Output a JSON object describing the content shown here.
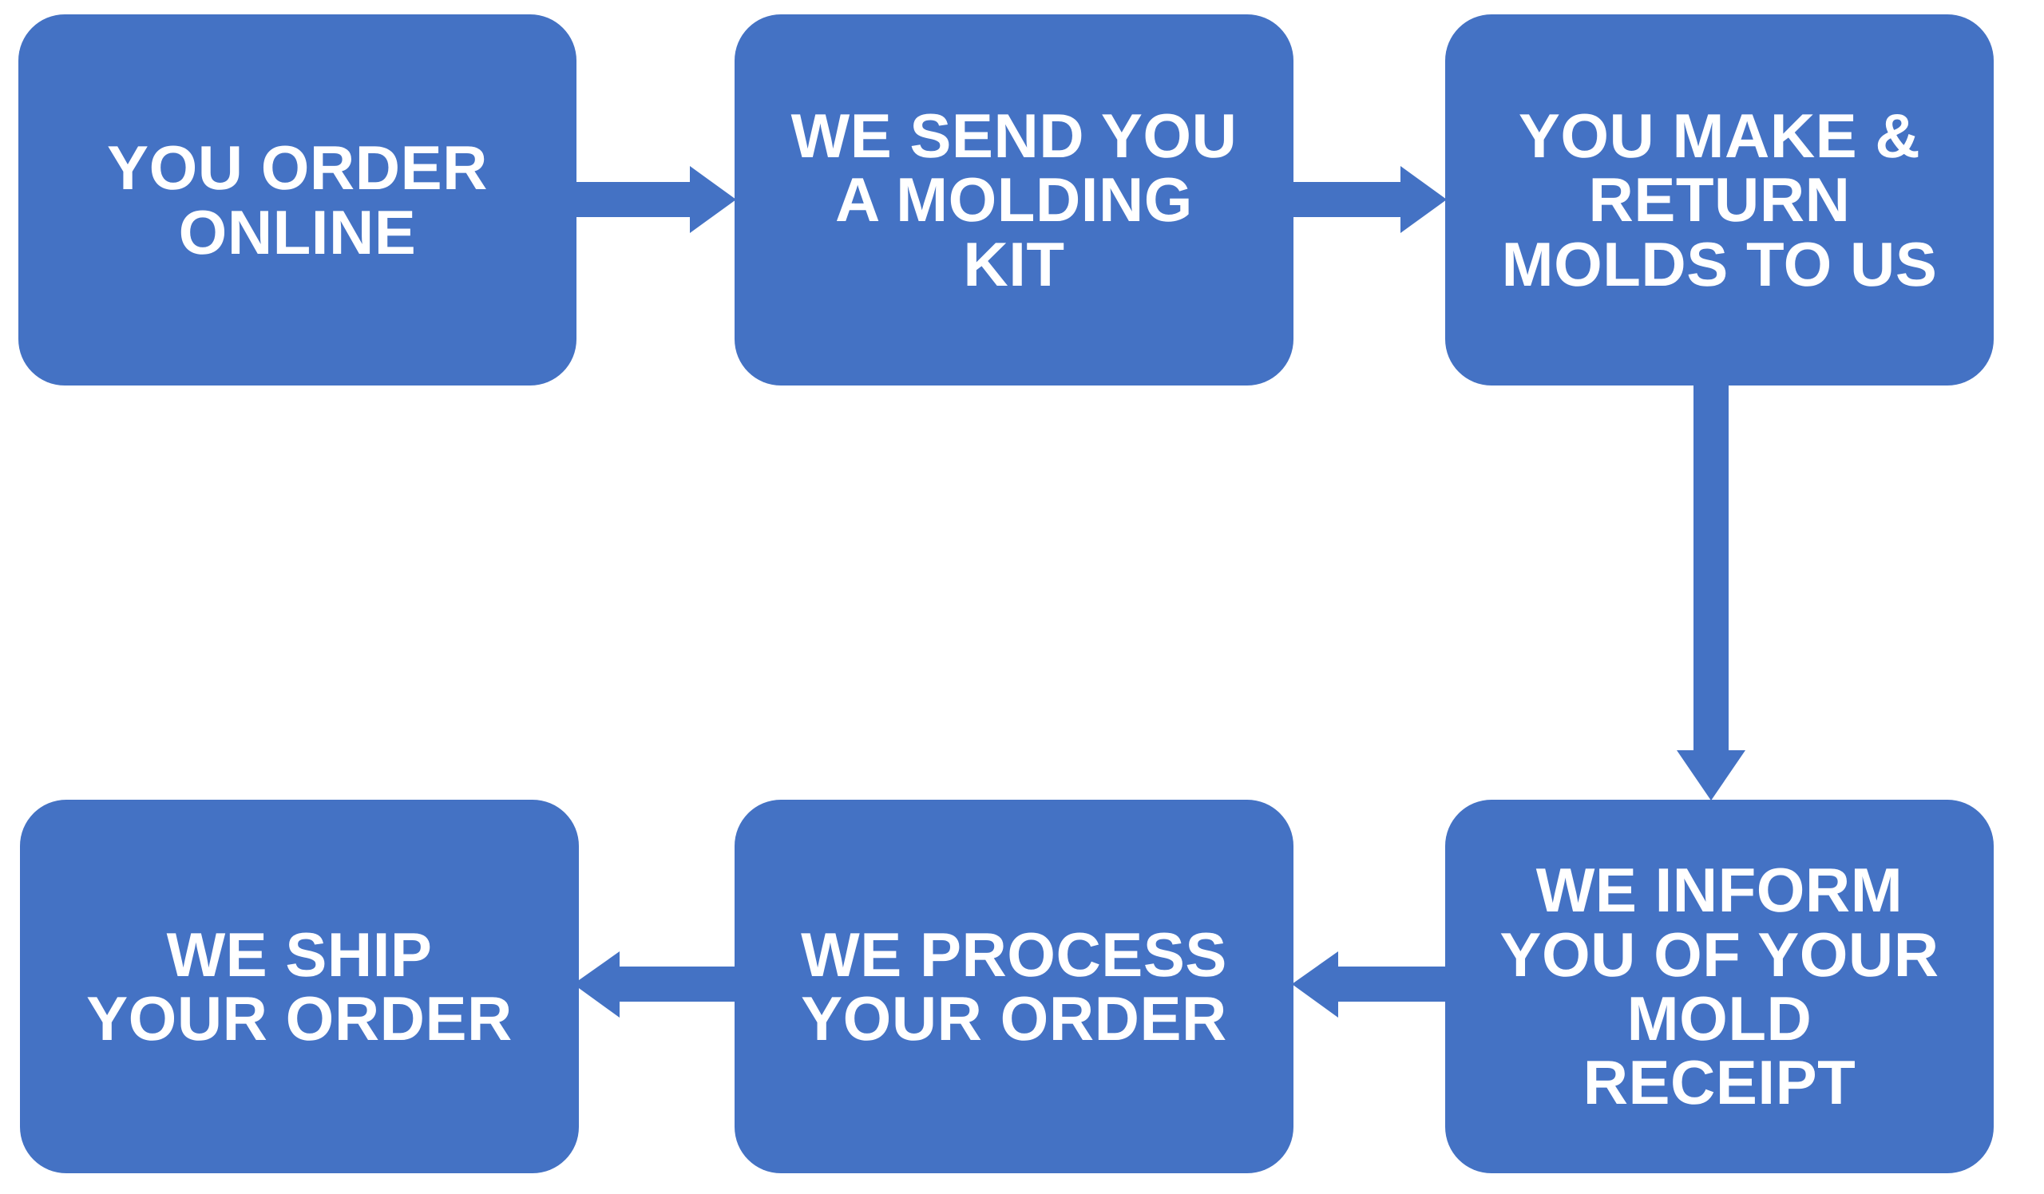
{
  "diagram": {
    "title": "Ordering process flowchart",
    "accent_color": "#4472C4",
    "text_color": "#FFFFFF",
    "background_color": "#FFFFFF",
    "orientation": "serpentine-left-to-right-then-right-to-left",
    "step_count": 6
  },
  "nodes": [
    {
      "id": "order-online",
      "order": 1,
      "label": "YOU ORDER\nONLINE",
      "lines": [
        "YOU ORDER",
        "ONLINE"
      ]
    },
    {
      "id": "send-kit",
      "order": 2,
      "label": "WE SEND YOU\nA MOLDING\nKIT",
      "lines": [
        "WE SEND YOU",
        "A MOLDING",
        "KIT"
      ]
    },
    {
      "id": "make-return",
      "order": 3,
      "label": "YOU MAKE &\nRETURN\nMOLDS TO US",
      "lines": [
        "YOU MAKE &",
        "RETURN",
        "MOLDS TO US"
      ]
    },
    {
      "id": "inform-receipt",
      "order": 4,
      "label": "WE INFORM\nYOU OF YOUR\nMOLD\nRECEIPT",
      "lines": [
        "WE INFORM",
        "YOU OF YOUR",
        "MOLD",
        "RECEIPT"
      ]
    },
    {
      "id": "process-order",
      "order": 5,
      "label": "WE PROCESS\nYOUR ORDER",
      "lines": [
        "WE PROCESS",
        "YOUR ORDER"
      ]
    },
    {
      "id": "ship-order",
      "order": 6,
      "label": "WE SHIP\nYOUR ORDER",
      "lines": [
        "WE SHIP",
        "YOUR ORDER"
      ]
    }
  ],
  "connectors": [
    {
      "id": "arrow-1-to-2",
      "from": "order-online",
      "to": "send-kit",
      "direction": "right"
    },
    {
      "id": "arrow-2-to-3",
      "from": "send-kit",
      "to": "make-return",
      "direction": "right"
    },
    {
      "id": "arrow-3-to-4",
      "from": "make-return",
      "to": "inform-receipt",
      "direction": "down"
    },
    {
      "id": "arrow-4-to-5",
      "from": "inform-receipt",
      "to": "process-order",
      "direction": "left"
    },
    {
      "id": "arrow-5-to-6",
      "from": "process-order",
      "to": "ship-order",
      "direction": "left"
    }
  ]
}
